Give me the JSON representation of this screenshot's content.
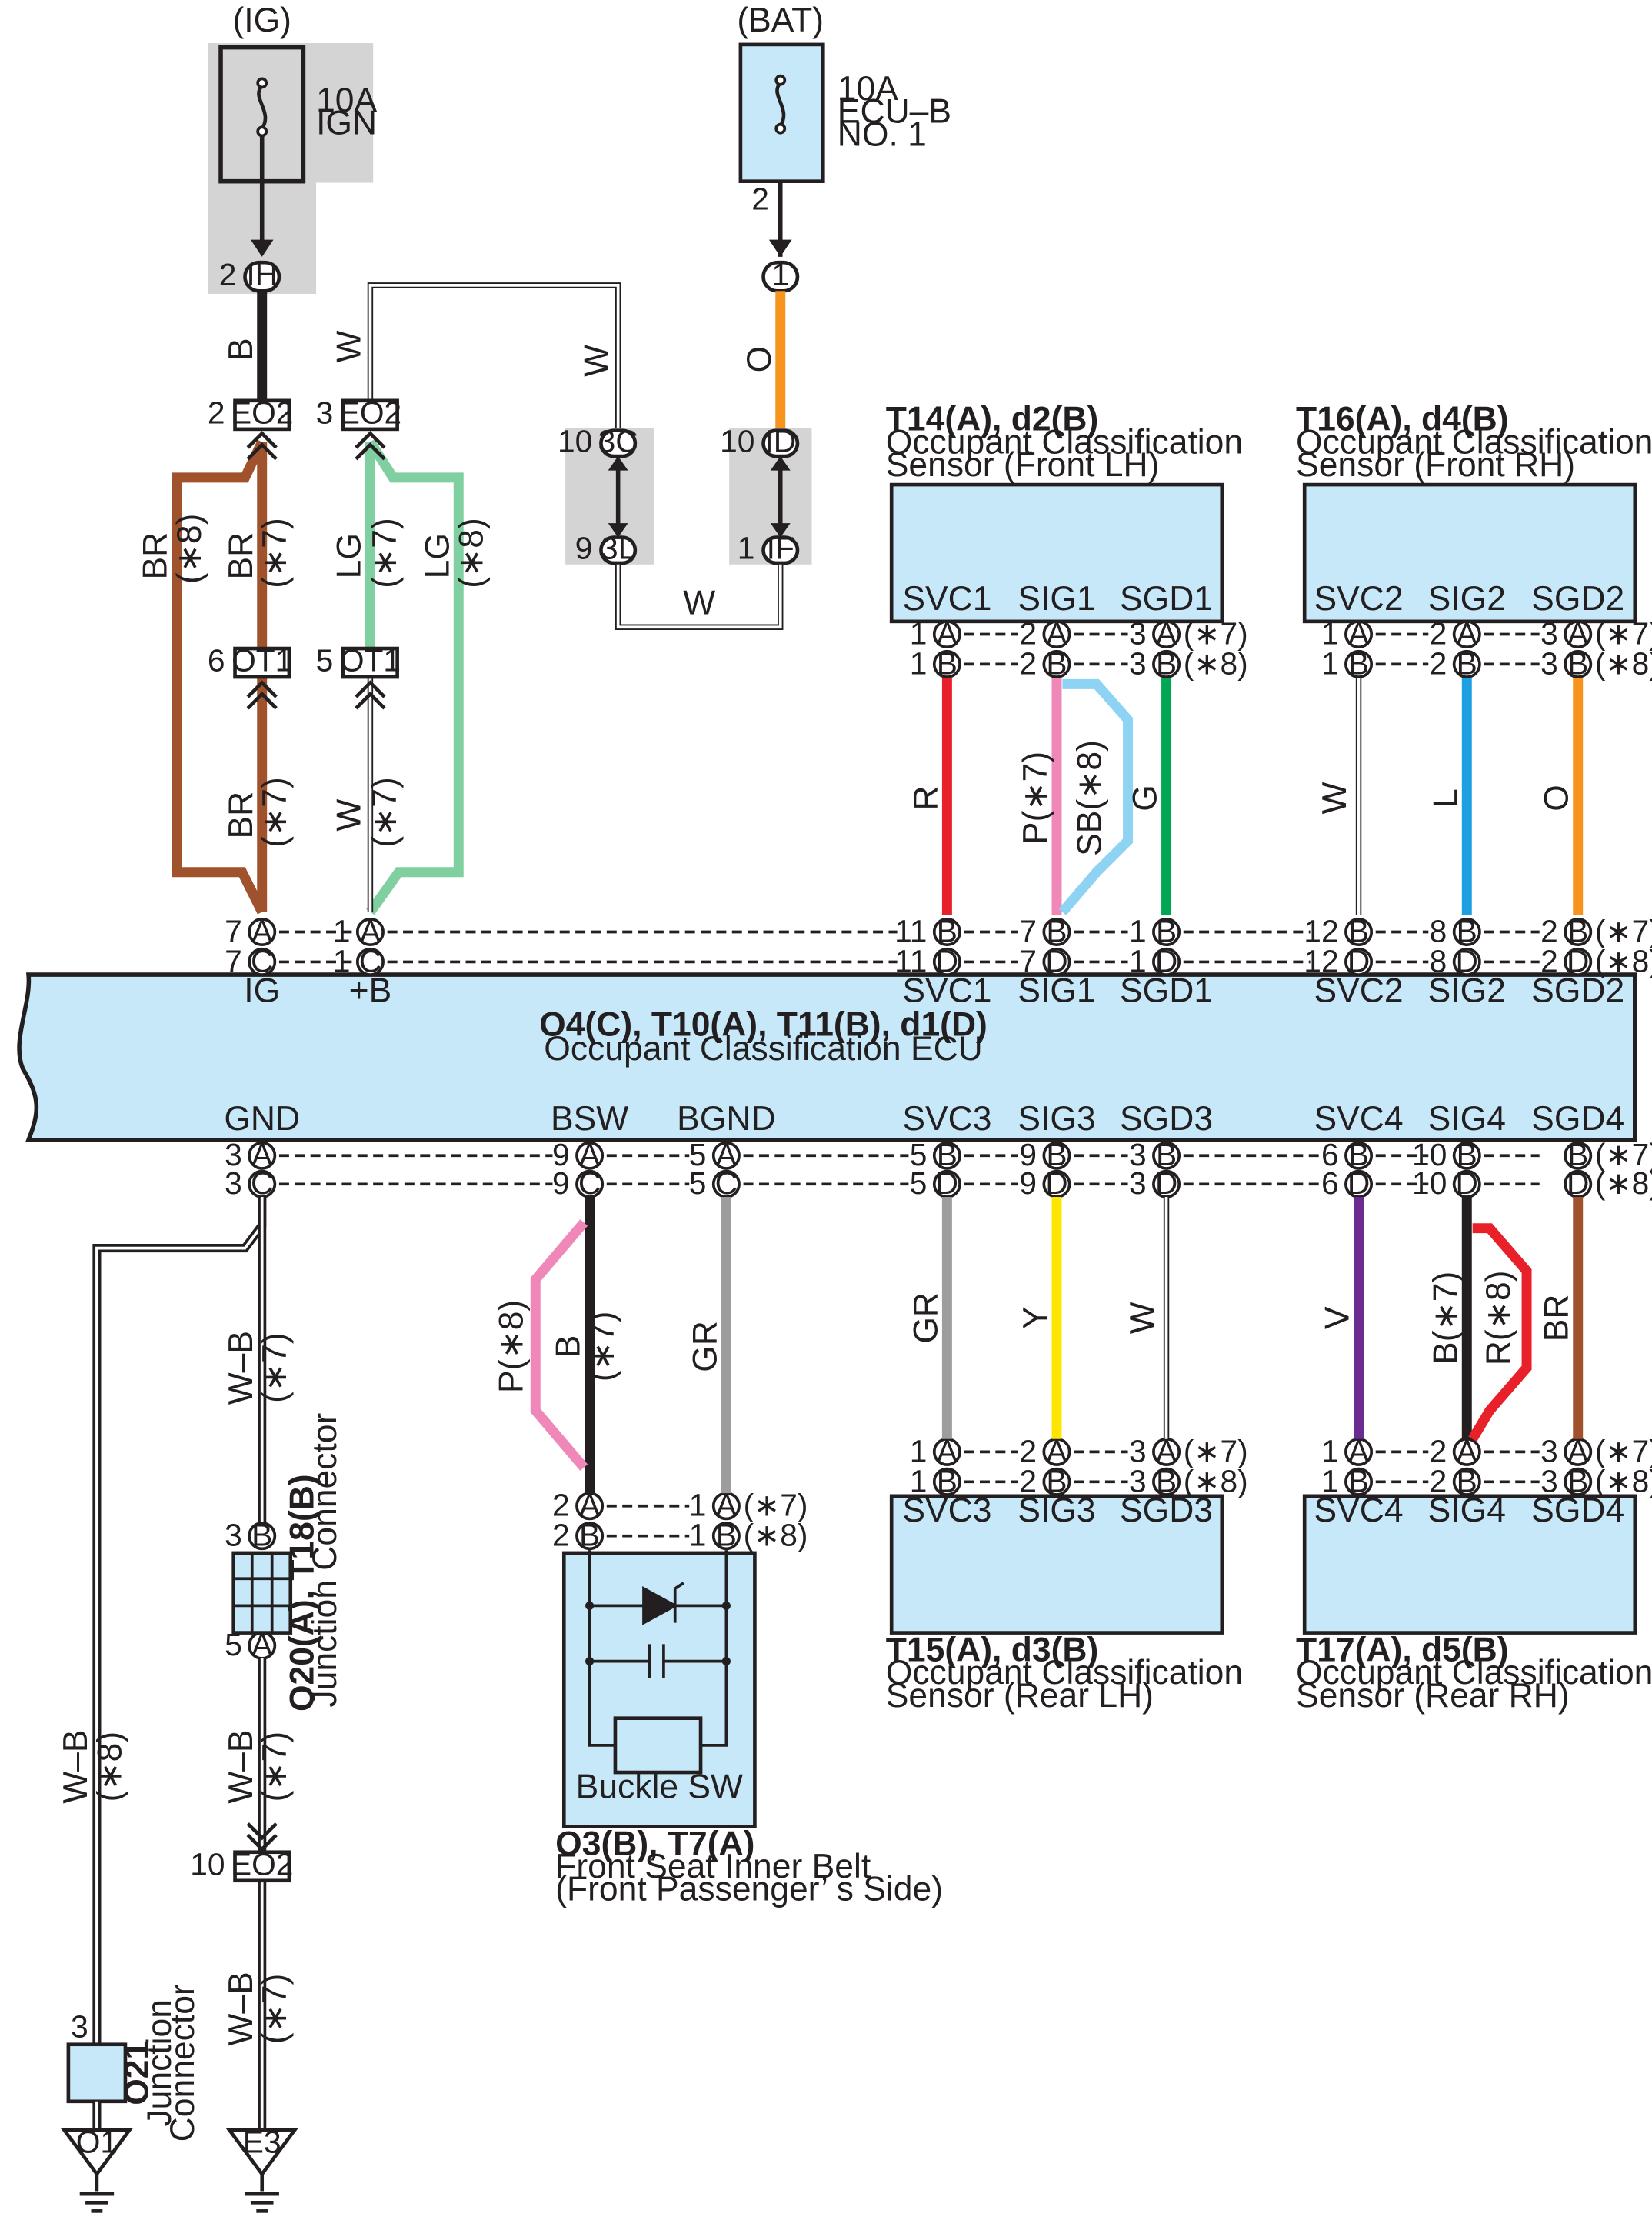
{
  "fuses": {
    "ig": {
      "source": "(IG)",
      "amp": "10A",
      "name": "IGN"
    },
    "bat": {
      "source": "(BAT)",
      "amp": "10A",
      "name1": "ECU–B",
      "name2": "NO. 1",
      "pin": "2"
    }
  },
  "connectors": {
    "ih": {
      "label": "IH",
      "pin": "2"
    },
    "eo2_a": {
      "label": "EO2",
      "pin": "2"
    },
    "eo2_b": {
      "label": "EO2",
      "pin": "3"
    },
    "ot1_a": {
      "label": "OT1",
      "pin": "6"
    },
    "ot1_b": {
      "label": "OT1",
      "pin": "5"
    },
    "c3c": {
      "label": "3C",
      "pin": "10"
    },
    "c3l": {
      "label": "3L",
      "pin": "9"
    },
    "cid": {
      "label": "ID",
      "pin": "10"
    },
    "cif": {
      "label": "IF",
      "pin": "1"
    },
    "bat1": {
      "label": "1"
    },
    "eo2_c": {
      "label": "EO2",
      "pin": "10"
    }
  },
  "wires": {
    "b": "B",
    "w": "W",
    "o": "O",
    "br": "BR",
    "lg": "LG",
    "r": "R",
    "p": "P(∗7)",
    "sb": "SB(∗8)",
    "g": "G",
    "l": "L",
    "gr": "GR",
    "y": "Y",
    "v": "V",
    "b7": "B(∗7)",
    "r8": "R(∗8)",
    "p8": "P(∗8)",
    "wb": "W–B"
  },
  "notes": {
    "n7": "(∗7)",
    "n8": "(∗8)"
  },
  "ecu": {
    "title": "O4(C), T10(A), T11(B), d1(D)",
    "subtitle": "Occupant Classification ECU",
    "top_labels": [
      "IG",
      "+B",
      "SVC1",
      "SIG1",
      "SGD1",
      "SVC2",
      "SIG2",
      "SGD2"
    ],
    "bottom_labels": [
      "GND",
      "BSW",
      "BGND",
      "SVC3",
      "SIG3",
      "SGD3",
      "SVC4",
      "SIG4",
      "SGD4"
    ]
  },
  "sensors": {
    "front_lh": {
      "id": "T14(A), d2(B)",
      "name": "Occupant Classification",
      "side": "Sensor (Front LH)",
      "pins": [
        "SVC1",
        "SIG1",
        "SGD1"
      ]
    },
    "front_rh": {
      "id": "T16(A), d4(B)",
      "name": "Occupant Classification",
      "side": "Sensor (Front RH)",
      "pins": [
        "SVC2",
        "SIG2",
        "SGD2"
      ]
    },
    "rear_lh": {
      "id": "T15(A), d3(B)",
      "name": "Occupant Classification",
      "side": "Sensor (Rear LH)",
      "pins": [
        "SVC3",
        "SIG3",
        "SGD3"
      ]
    },
    "rear_rh": {
      "id": "T17(A), d5(B)",
      "name": "Occupant Classification",
      "side": "Sensor (Rear RH)",
      "pins": [
        "SVC4",
        "SIG4",
        "SGD4"
      ]
    }
  },
  "buckle": {
    "label": "Buckle SW",
    "id": "O3(B), T7(A)",
    "name": "Front Seat Inner Belt",
    "side": "(Front Passenger’ s Side)"
  },
  "junction1": {
    "id": "O20(A), T18(B)",
    "name": "Junction Connector"
  },
  "junction2": {
    "id": "O21",
    "name1": "Junction",
    "name2": "Connector"
  },
  "grounds": {
    "o1": "O1",
    "e3": "E3"
  },
  "pins": {
    "A": "A",
    "B": "B",
    "C": "C",
    "D": "D",
    "n1": "1",
    "n2": "2",
    "n3": "3",
    "n5": "5",
    "n6": "6",
    "n7": "7",
    "n8": "8",
    "n9": "9",
    "n10": "10",
    "n11": "11",
    "n12": "12"
  },
  "colors": {
    "R": "#e8202a",
    "P": "#ef88b8",
    "SB": "#8fd3f4",
    "G": "#00a651",
    "L": "#1ea0e0",
    "O": "#f7941d",
    "BR": "#a0522d",
    "LG": "#7fcfa0",
    "GR": "#9d9d9d",
    "Y": "#ffe600",
    "V": "#6a2c91",
    "B": "#231f20",
    "fill": "#c6e8f8",
    "gray": "#d4d4d4"
  }
}
